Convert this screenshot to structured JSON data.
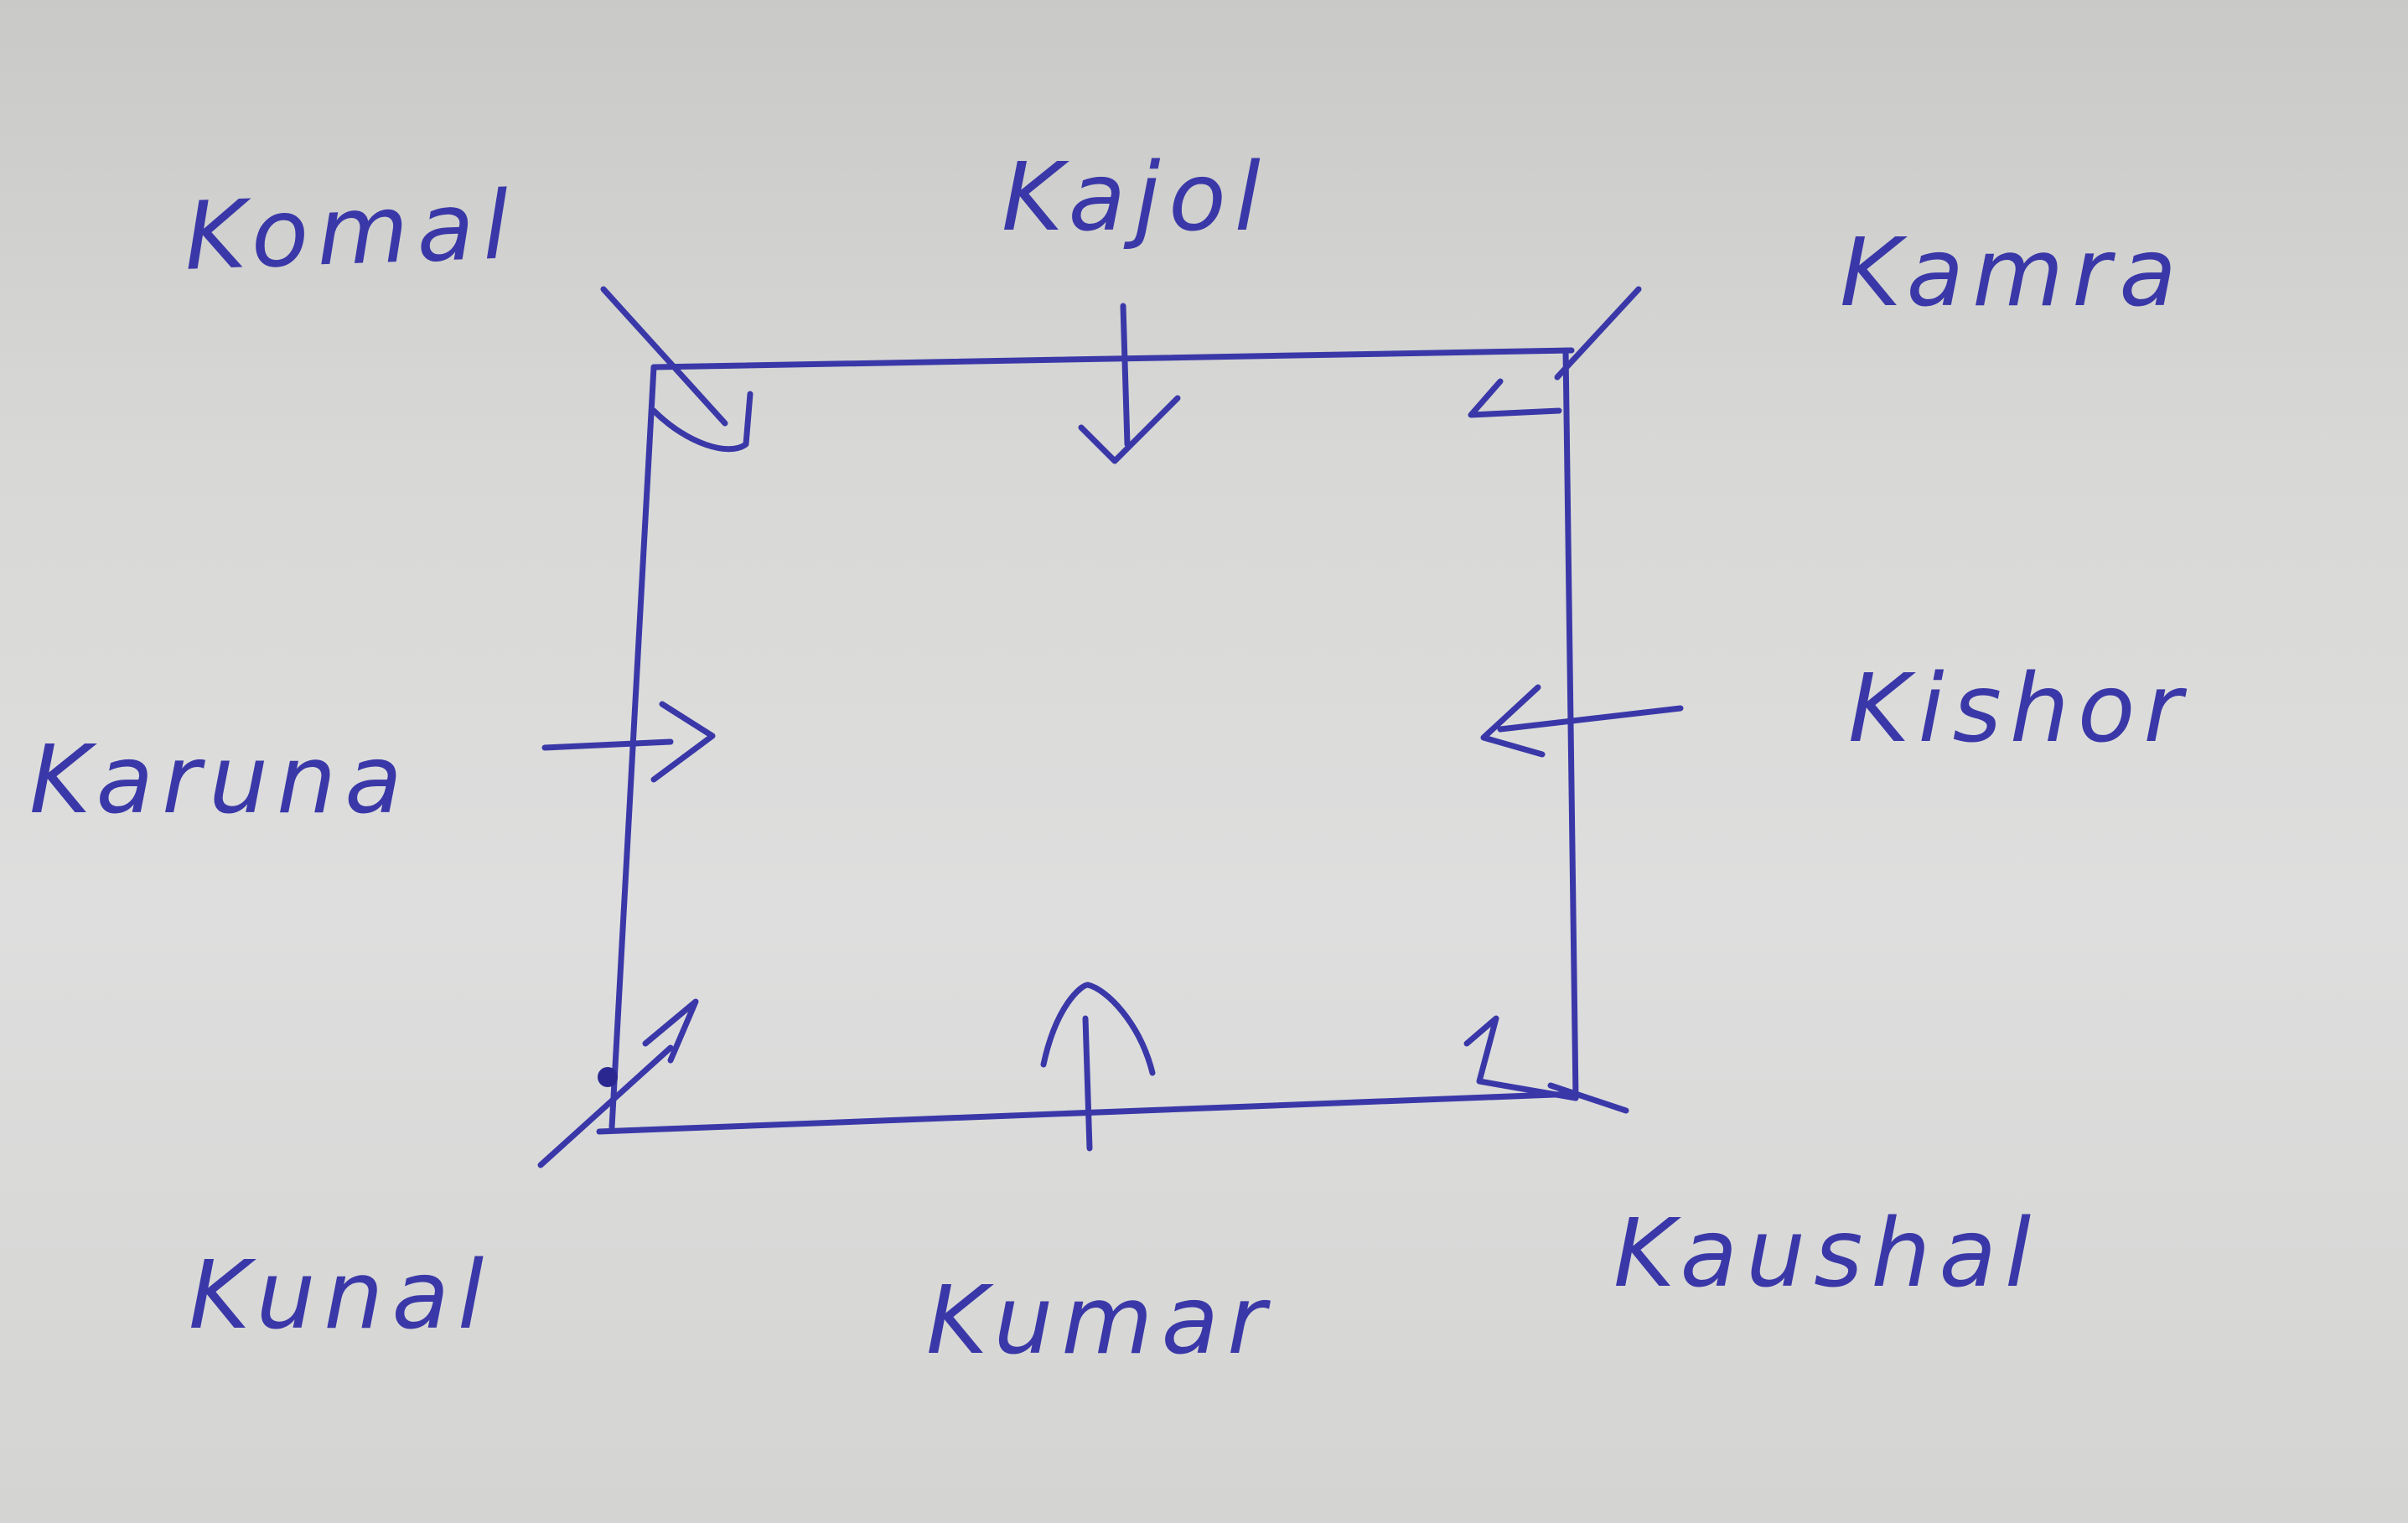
{
  "diagram": {
    "square": "seating-square",
    "people": {
      "top_left": "Komal",
      "top_middle": "Kajol",
      "top_right": "Kamra",
      "middle_left": "Karuna",
      "middle_right": "Kishor",
      "bottom_left": "Kunal",
      "bottom_middle": "Kumar",
      "bottom_right": "Kaushal"
    },
    "ink_color": "#3a38a8",
    "all_facing": "inward"
  }
}
